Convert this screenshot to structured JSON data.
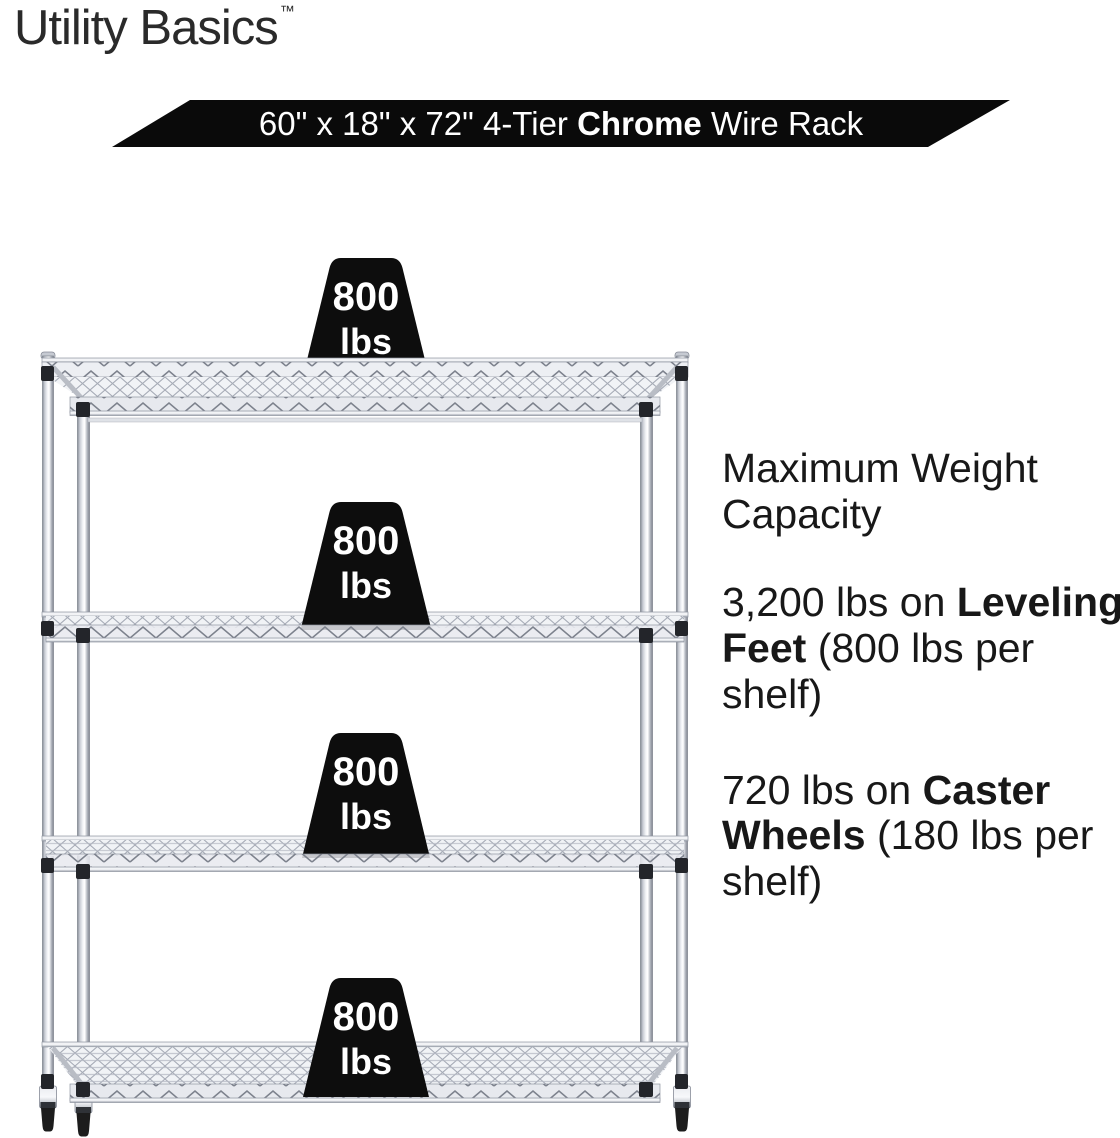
{
  "brand": {
    "name": "Utility Basics",
    "trademark": "™"
  },
  "banner": {
    "prefix": "60\" x 18\" x 72\" 4-Tier ",
    "bold": "Chrome",
    "suffix": " Wire Rack",
    "bg": "#0a0a0a",
    "fg": "#ffffff"
  },
  "rack": {
    "description": "4-tier chrome wire shelving rack",
    "tiers": 4,
    "weights": [
      {
        "value": "800",
        "unit": "lbs"
      },
      {
        "value": "800",
        "unit": "lbs"
      },
      {
        "value": "800",
        "unit": "lbs"
      },
      {
        "value": "800",
        "unit": "lbs"
      }
    ]
  },
  "info": {
    "heading": "Maximum Weight Capacity",
    "items": [
      {
        "prefix": "3,200 lbs on ",
        "bold": "Leveling Feet",
        "suffix": " (800 lbs per shelf)"
      },
      {
        "prefix": "720 lbs on ",
        "bold": "Caster Wheels",
        "suffix": " (180 lbs per shelf)"
      }
    ]
  },
  "colors": {
    "background": "#ffffff",
    "banner_bg": "#0a0a0a",
    "weight_tag_bg": "#0d0d0d",
    "text": "#181818",
    "chrome_light": "#f2f3f6",
    "chrome_dark": "#868b96"
  }
}
